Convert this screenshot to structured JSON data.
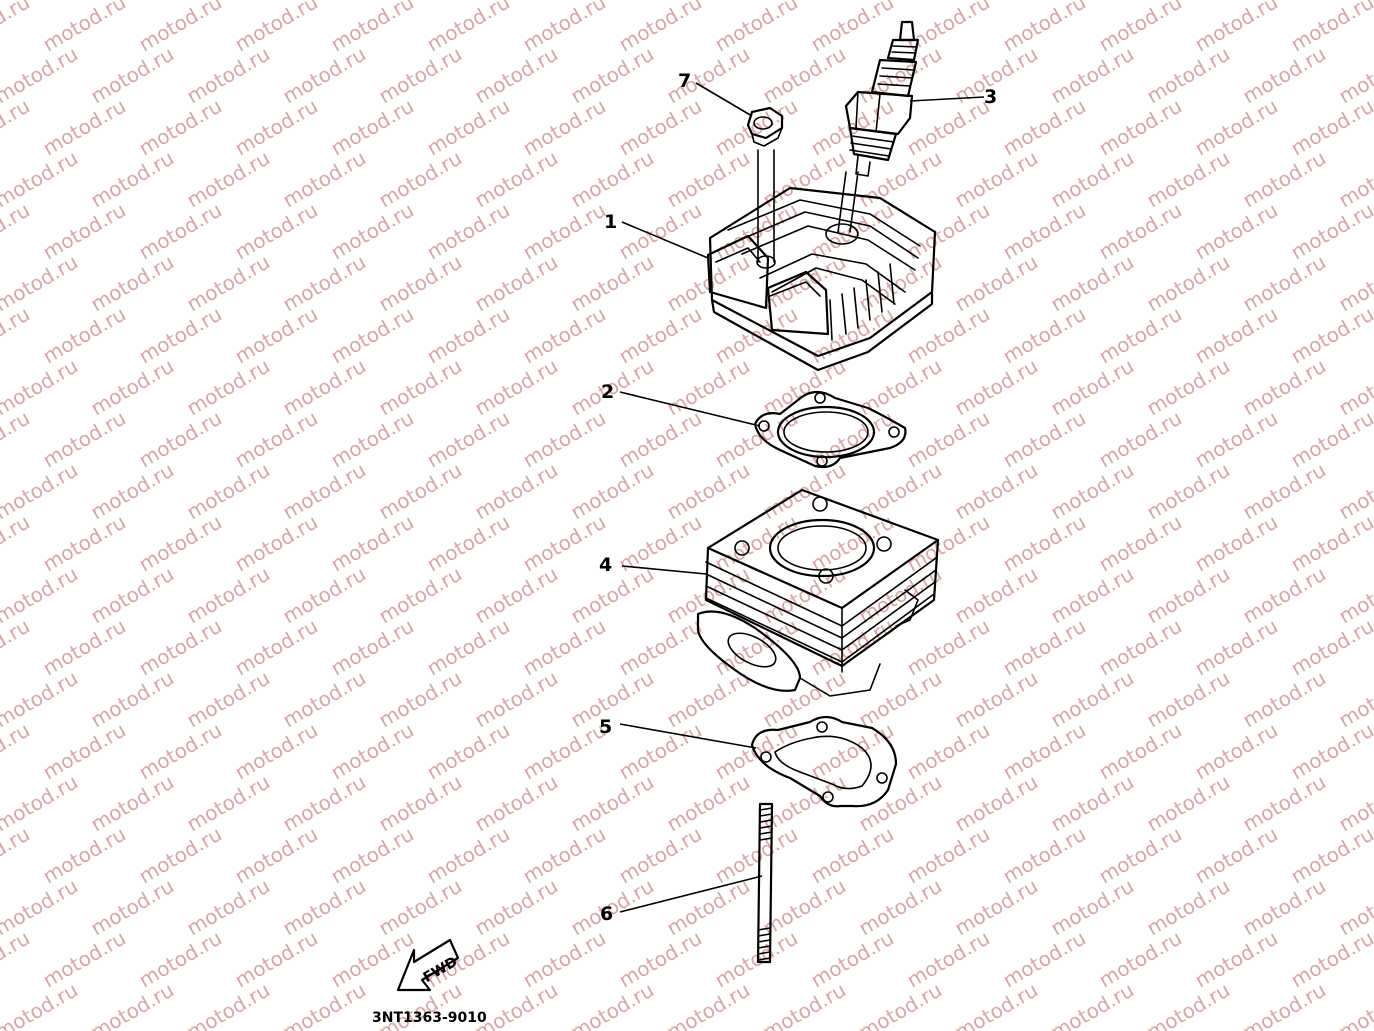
{
  "watermark": {
    "text": "motod.ru",
    "color": "#d9a6a6"
  },
  "diagram": {
    "code": "3NT1363-9010",
    "fwd_label": "FWD",
    "callouts": [
      "1",
      "2",
      "3",
      "4",
      "5",
      "6",
      "7"
    ]
  }
}
